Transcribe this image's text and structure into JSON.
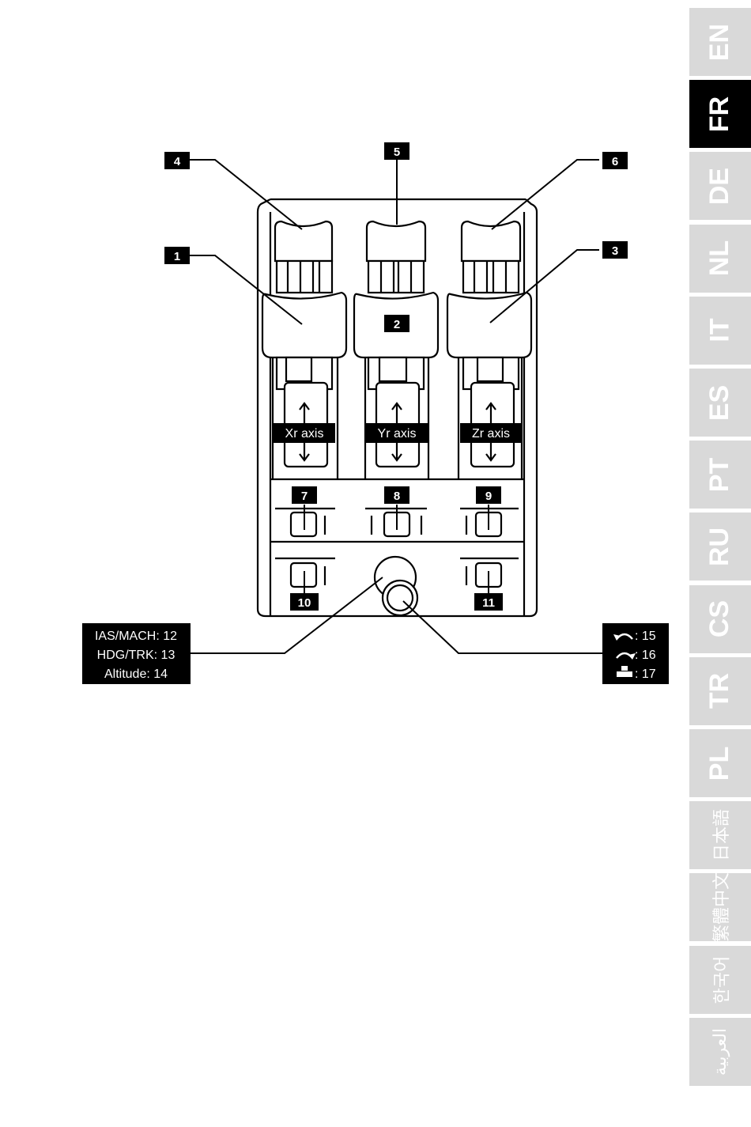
{
  "callouts": {
    "c1": "1",
    "c2": "2",
    "c3": "3",
    "c4": "4",
    "c5": "5",
    "c6": "6",
    "c7": "7",
    "c8": "8",
    "c9": "9",
    "c10": "10",
    "c11": "11"
  },
  "axes": {
    "x": "Xr axis",
    "y": "Yr axis",
    "z": "Zr axis"
  },
  "hat_legend": {
    "line1": "IAS/MACH: 12",
    "line2": "HDG/TRK: 13",
    "line3": "Altitude: 14"
  },
  "rotary_legend": {
    "ccw": ": 15",
    "cw": ": 16",
    "push": ": 17"
  },
  "language_tabs": [
    {
      "label": "EN",
      "active": false
    },
    {
      "label": "FR",
      "active": true
    },
    {
      "label": "DE",
      "active": false
    },
    {
      "label": "NL",
      "active": false
    },
    {
      "label": "IT",
      "active": false
    },
    {
      "label": "ES",
      "active": false
    },
    {
      "label": "PT",
      "active": false
    },
    {
      "label": "RU",
      "active": false
    },
    {
      "label": "CS",
      "active": false
    },
    {
      "label": "TR",
      "active": false
    },
    {
      "label": "PL",
      "active": false
    },
    {
      "label": "日本語",
      "active": false
    },
    {
      "label": "繁體中文",
      "active": false
    },
    {
      "label": "한국어",
      "active": false
    },
    {
      "label": "العربية",
      "active": false
    }
  ],
  "colors": {
    "tab_inactive": "#d9d9d9",
    "tab_active": "#000000",
    "ink": "#000000"
  }
}
